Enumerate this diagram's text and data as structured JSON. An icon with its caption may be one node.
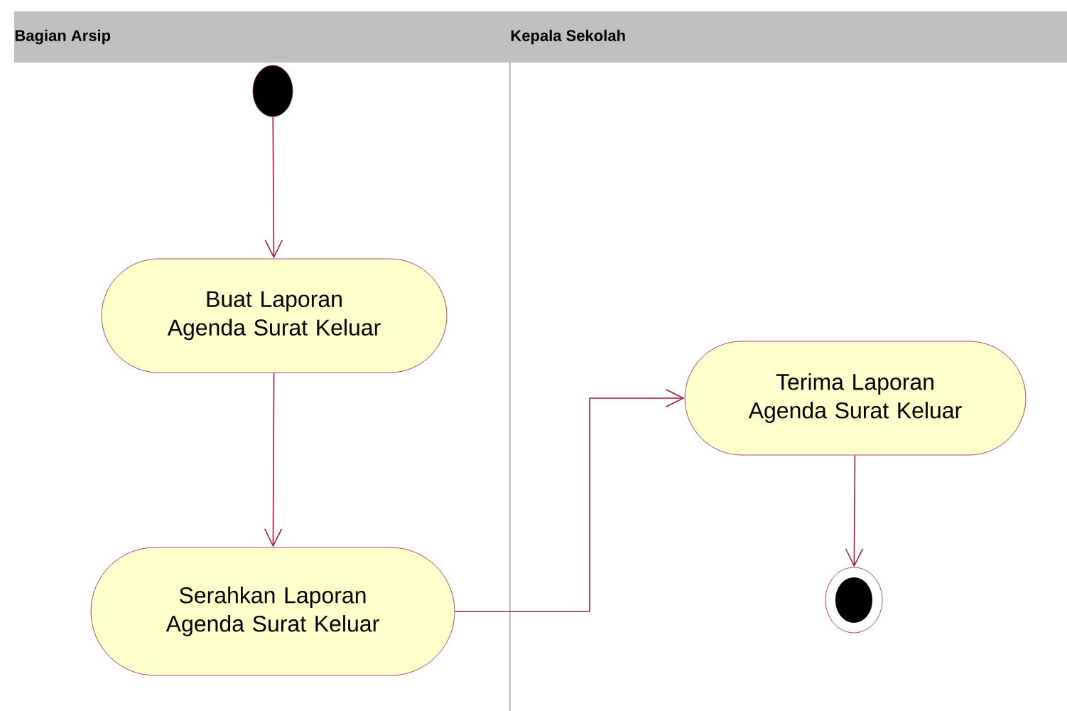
{
  "diagram": {
    "nodes": [
      {
        "text": [],
        "shape": "circle"
      },
      {
        "text": [
          "Buat Laporan Agenda Surat Keluar"
        ]
      },
      {
        "text": [
          "Serahkan Laporan Agenda Surat Keluar"
        ]
      },
      {
        "text": [
          "Terima Laporan Agenda Surat Keluar"
        ]
      },
      {
        "text": [],
        "shape": "circle"
      }
    ],
    "edges": [
      {
        "from": 0,
        "to": 1,
        "arrow": "to"
      },
      {
        "from": 1,
        "to": 2,
        "arrow": "to"
      },
      {
        "from": 2,
        "to": 3,
        "arrow": "to"
      },
      {
        "from": 3,
        "to": 4,
        "arrow": "to"
      }
    ],
    "labels": [
      "Bagian Arsip",
      "Kepala Sekolah"
    ]
  }
}
